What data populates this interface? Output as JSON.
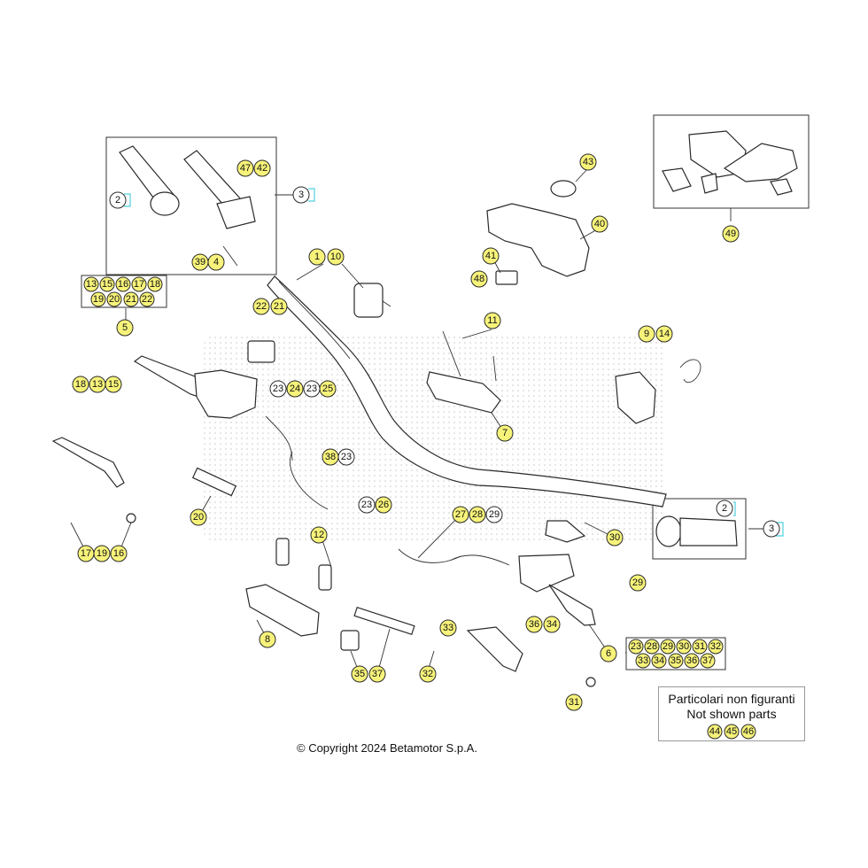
{
  "diagram": {
    "copyright": "© Copyright 2024 Betamotor S.p.A.",
    "not_shown": {
      "line1": "Particolari non figuranti",
      "line2": "Not shown parts",
      "refs": [
        "44",
        "45",
        "46"
      ]
    },
    "groups": {
      "g5": [
        "13",
        "15",
        "16",
        "17",
        "18",
        "19",
        "20",
        "21",
        "22"
      ],
      "g6": [
        "23",
        "28",
        "29",
        "30",
        "31",
        "32",
        "33",
        "34",
        "35",
        "36",
        "37"
      ]
    },
    "callouts": [
      "1",
      "2",
      "2",
      "3",
      "3",
      "4",
      "5",
      "6",
      "7",
      "8",
      "9",
      "10",
      "11",
      "12",
      "13",
      "14",
      "15",
      "16",
      "17",
      "18",
      "19",
      "20",
      "21",
      "22",
      "23",
      "23",
      "23",
      "24",
      "25",
      "26",
      "27",
      "28",
      "29",
      "29",
      "30",
      "31",
      "32",
      "33",
      "35",
      "36",
      "37",
      "38",
      "39",
      "40",
      "41",
      "42",
      "43",
      "47",
      "48",
      "49",
      "34"
    ]
  }
}
